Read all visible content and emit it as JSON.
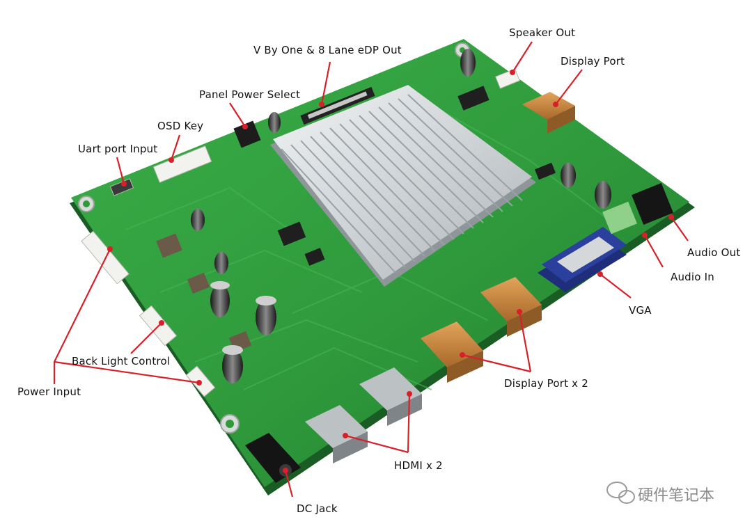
{
  "callouts": {
    "vbyone_edp": "V By One & 8 Lane eDP Out",
    "speaker_out": "Speaker Out",
    "display_port": "Display Port",
    "panel_power_select": "Panel Power Select",
    "osd_key": "OSD Key",
    "uart_port_input": "Uart port Input",
    "audio_out": "Audio Out",
    "audio_in": "Audio In",
    "vga": "VGA",
    "back_light_control": "Back Light Control",
    "power_input": "Power Input",
    "display_port_x2": "Display Port x 2",
    "hdmi_x2": "HDMI x 2",
    "dc_jack": "DC Jack"
  },
  "watermark": {
    "text": "硬件笔记本"
  },
  "colors": {
    "pcb": "#2f9a3c",
    "pcb_dark": "#1f6e2a",
    "callout_line": "#d8202a",
    "heatsink": "#d9dde0",
    "vga_blue": "#2b3f9c",
    "port_gold": "#c9853a"
  }
}
